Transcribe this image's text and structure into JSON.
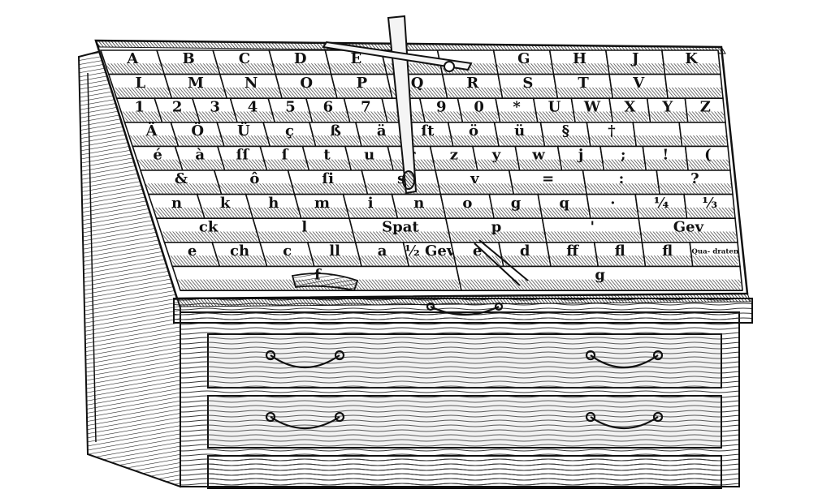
{
  "colors": {
    "ink": "#111111",
    "paper": "#ffffff",
    "wood_light": "#e6e6e6",
    "wood_mid": "#bdbdbd",
    "wood_dark": "#3a3a3a"
  },
  "case": {
    "rows": [
      [
        "A",
        "B",
        "C",
        "D",
        "E",
        "",
        "",
        "G",
        "H",
        "J",
        "K"
      ],
      [
        "L",
        "M",
        "N",
        "O",
        "P",
        "Q",
        "R",
        "S",
        "T",
        "V",
        ""
      ],
      [
        "1",
        "2",
        "3",
        "4",
        "5",
        "6",
        "7",
        "8",
        "9",
        "0",
        "*",
        "U",
        "W",
        "X",
        "Y",
        "Z"
      ],
      [
        "Ä",
        "Ö",
        "Ü",
        "ç",
        "ß",
        "ä",
        "ſt",
        "ö",
        "ü",
        "§",
        "†",
        "",
        ""
      ],
      [
        "é",
        "à",
        "ſſ",
        "ſ",
        "t",
        "u",
        "r",
        "z",
        "y",
        "w",
        "j",
        ";",
        "!",
        "("
      ],
      [
        "&",
        "ô",
        "ſi",
        "s",
        "v",
        "=",
        ":",
        "?"
      ],
      [
        "n",
        "k",
        "h",
        "m",
        "i",
        "n",
        "o",
        "g",
        "q",
        "·",
        "¼",
        "⅓"
      ],
      [
        "ck",
        "l",
        "Spat",
        "p",
        "'",
        "Gev"
      ],
      [
        "e",
        "ch",
        "c",
        "ll",
        "a",
        "½ Gev",
        "e",
        "d",
        "ff",
        "fl",
        "fl",
        "Qua- draten"
      ],
      [
        "f",
        "g"
      ]
    ]
  }
}
